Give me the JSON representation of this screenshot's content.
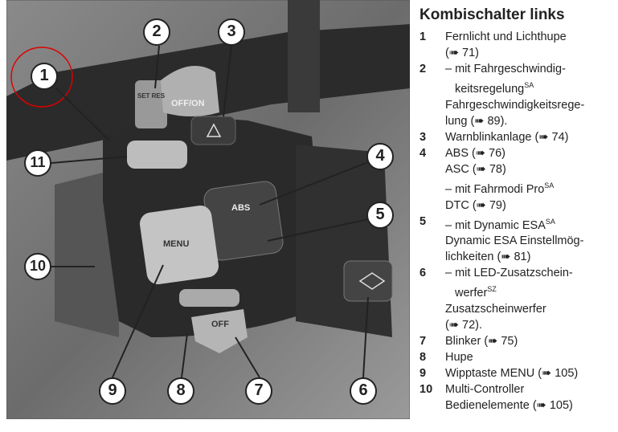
{
  "title": "Kombischalter links",
  "figure": {
    "callouts": [
      "1",
      "2",
      "3",
      "4",
      "5",
      "6",
      "7",
      "8",
      "9",
      "10",
      "11"
    ],
    "buttons": {
      "cruise": "OFF/ON",
      "set_res": "SET RES",
      "abs": "ABS",
      "menu": "MENU",
      "off": "OFF"
    }
  },
  "items": [
    {
      "num": "1",
      "lines": [
        "Fernlicht und Lichthupe",
        "(➠ 71)"
      ]
    },
    {
      "num": "2",
      "lines": [
        "– mit Fahrgeschwindig-",
        "keitsregelung",
        "Fahrgeschwindigkeitsrege-",
        "lung (➠ 89)."
      ],
      "sup": "SA"
    },
    {
      "num": "3",
      "lines": [
        "Warnblinkanlage (➠ 74)"
      ]
    },
    {
      "num": "4",
      "lines": [
        "ABS (➠ 76)",
        "ASC (➠ 78)",
        "– mit Fahrmodi Pro",
        "DTC (➠ 79)"
      ],
      "sup": "SA"
    },
    {
      "num": "5",
      "lines": [
        "– mit Dynamic ESA",
        "Dynamic ESA Einstellmög-",
        "lichkeiten (➠ 81)"
      ],
      "sup": "SA"
    },
    {
      "num": "6",
      "lines": [
        "– mit LED-Zusatzschein-",
        "werfer",
        "Zusatzscheinwerfer",
        "(➠ 72)."
      ],
      "sup": "SZ"
    },
    {
      "num": "7",
      "lines": [
        "Blinker (➠ 75)"
      ]
    },
    {
      "num": "8",
      "lines": [
        "Hupe"
      ]
    },
    {
      "num": "9",
      "lines": [
        "Wipptaste MENU (➠ 105)"
      ]
    },
    {
      "num": "10",
      "lines": [
        "Multi-Controller",
        "Bedienelemente (➠ 105)"
      ]
    }
  ]
}
